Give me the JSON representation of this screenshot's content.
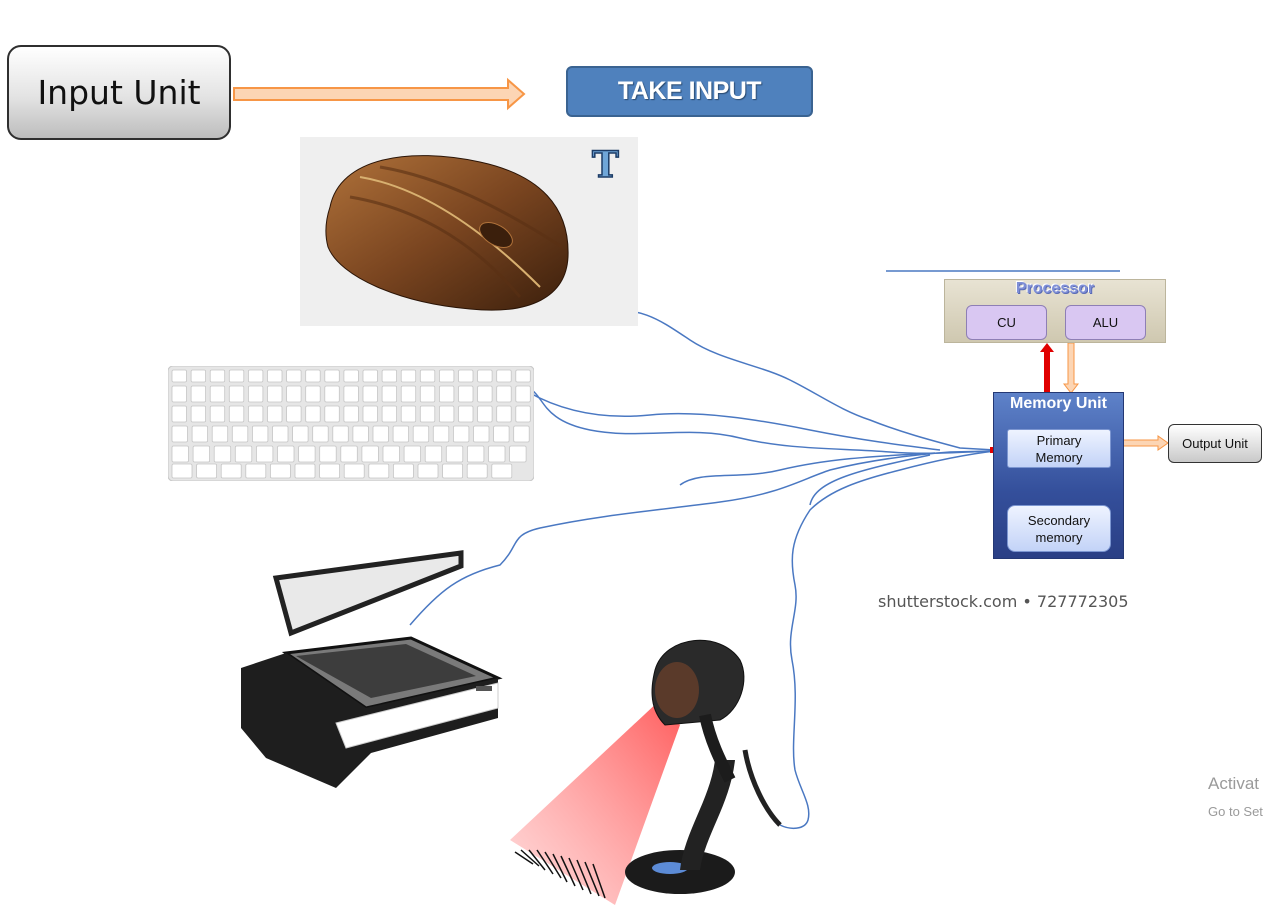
{
  "diagram": {
    "input_unit_label": "Input Unit",
    "take_input_label": "TAKE INPUT",
    "processor": {
      "title": "Processor",
      "cu_label": "CU",
      "alu_label": "ALU"
    },
    "memory": {
      "title": "Memory Unit",
      "primary_label": "Primary Memory",
      "secondary_label": "Secondary memory"
    },
    "output_unit_label": "Output Unit",
    "watermark": "shutterstock.com • 727772305",
    "mouse_badge": "T"
  },
  "overlay": {
    "activate_line1": "Activat",
    "activate_line2": "Go to Set"
  },
  "colors": {
    "take_input_bg": "#4f81bd",
    "arrow_fill": "#fcd5b4",
    "arrow_stroke": "#f79646",
    "wire": "#4a78c2",
    "processor_to_memory_up": "#e00000",
    "memory_bg": "#344f9b"
  },
  "icons": [
    "mouse-icon",
    "keyboard-icon",
    "scanner-icon",
    "barcode-scanner-icon"
  ]
}
